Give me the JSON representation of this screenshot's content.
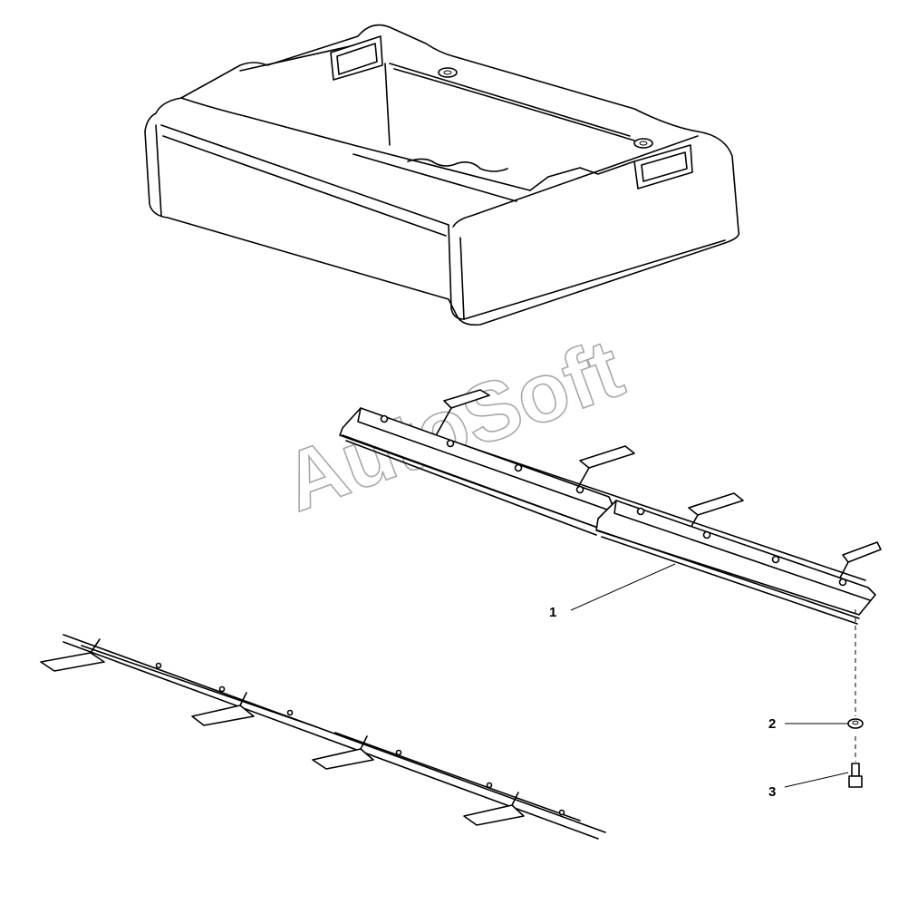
{
  "watermark": {
    "text": "AutoSoft"
  },
  "callouts": [
    {
      "label": "1",
      "part": "seat-rail-assembly"
    },
    {
      "label": "2",
      "part": "washer"
    },
    {
      "label": "3",
      "part": "bolt"
    }
  ]
}
